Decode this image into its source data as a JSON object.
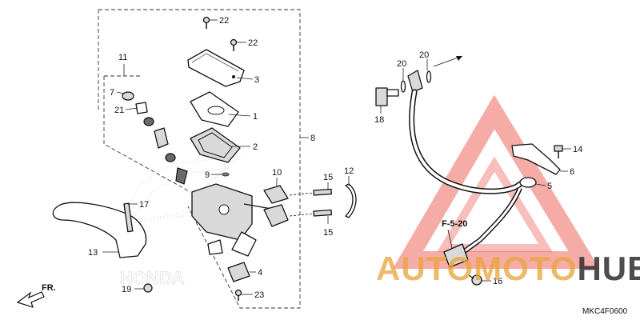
{
  "callouts": {
    "c22a": "22",
    "c22b": "22",
    "c3": "3",
    "c1": "1",
    "c2": "2",
    "c8": "8",
    "c11": "11",
    "c7": "7",
    "c21": "21",
    "c9": "9",
    "c10": "10",
    "c15a": "15",
    "c15b": "15",
    "c12": "12",
    "c17": "17",
    "c13": "13",
    "c19": "19",
    "c4": "4",
    "c23": "23",
    "c20a": "20",
    "c20b": "20",
    "c18": "18",
    "c14": "14",
    "c6": "6",
    "c5": "5",
    "c16": "16"
  },
  "refs": {
    "front_arrow": "FR.",
    "section_ref": "F-5-20",
    "diagram_code": "MKC4F0600"
  },
  "watermark": {
    "text_part1": "AUTOMOTO",
    "text_part2": "HUB",
    "brand_color_red": "#e8463c",
    "brand_color_orange": "#e8a33a",
    "brand_color_dark": "#2f2f2f"
  },
  "background_logo": {
    "text": "HONDA"
  }
}
